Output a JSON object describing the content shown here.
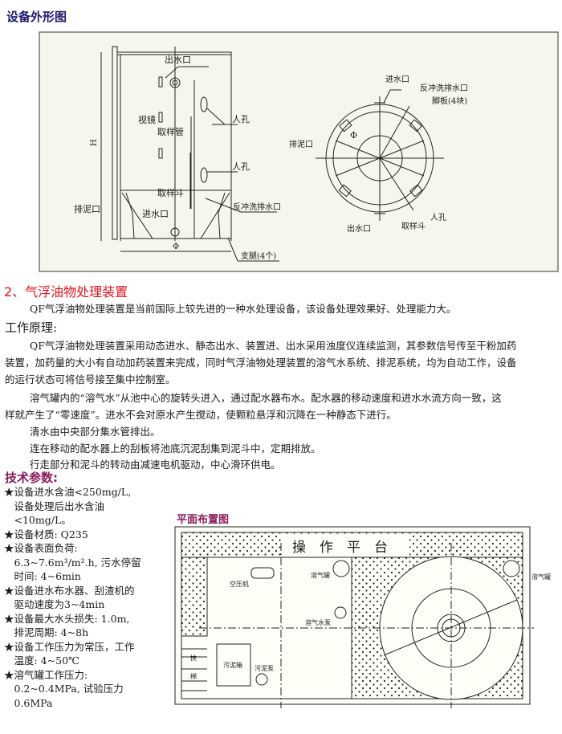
{
  "section1": {
    "title": "设备外形图",
    "side_view": {
      "outlet": "出水口",
      "sight_glass": "视镜",
      "sample_pipe": "取样管",
      "manhole1": "人孔",
      "manhole2": "人孔",
      "sample_bucket": "取样斗",
      "sludge_outlet": "排泥口",
      "inlet": "进水口",
      "backwash_outlet": "反冲洗排水口",
      "height": "H",
      "diameter": "Φ",
      "legs": "支腿(4个)"
    },
    "top_view": {
      "inlet": "进水口",
      "backwash_outlet": "反冲洗排水口",
      "foot_plates": "脚板(4块)",
      "sludge_outlet": "排泥口",
      "diameter": "Φ",
      "outlet": "出水口",
      "sample_bucket": "取样斗",
      "manhole": "人孔"
    }
  },
  "section2": {
    "title": "2、气浮油物处理装置",
    "intro": "QF气浮油物处理装置是当前国际上较先进的一种水处理设备，该设备处理效果好、处理能力大。",
    "principle_heading": "工作原理:",
    "lines": [
      "QF气浮油物处理装置采用动态进水、静态出水、装置进、出水采用浊度仪连续监测，其参数信号传至干粉加药",
      "装置，加药量的大小有自动加药装置来完成，同时气浮油物处理装置的溶气水系统、排泥系统，均为自动工作，设备",
      "的运行状态可将信号接至集中控制室。",
      "溶气罐内的“溶气水”从池中心的旋转头进入，通过配水器布水。配水器的移动速度和进水水流方向一致，这",
      "样就产生了“零速度”。进水不会对原水产生搅动，使颗粒悬浮和沉降在一种静态下进行。",
      "清水由中央部分集水管排出。",
      "连在移动的配水器上的刮板将池底沉泥刮集到泥斗中，定期排放。",
      "行走部分和泥斗的转动由减速电机驱动，中心滑环供电。"
    ]
  },
  "specs": {
    "title": "技术参数:",
    "lines": [
      "★设备进水含油<250mg/L,",
      "　设备处理后出水含油",
      "　<10mg/L。",
      "★设备材质: Q235",
      "★设备表面负荷:",
      "　6.3~7.6m³/m².h, 污水停留",
      "　时间: 4~6min",
      "★设备进水布水器、刮渣机的",
      "　驱动速度为3~4min",
      "★设备最大水头损失: 1.0m,",
      "　排泥周期: 4~8h",
      "★设备工作压力为常压，工作",
      "　温度: 4~50℃",
      "★溶气罐工作压力:",
      "　0.2~0.4MPa, 试验压力",
      "　0.6MPa"
    ]
  },
  "layout": {
    "title": "平面布置图",
    "platform": "操　作　平　台",
    "air_compressor": "空压机",
    "dissolved_tank1": "溶气罐",
    "dissolved_tank2": "溶气罐",
    "dissolved_pump": "溶气水泵",
    "sludge_tank": "污泥箱",
    "sludge_pump": "污泥泵",
    "stair1": "扶",
    "stair2": "梯"
  }
}
